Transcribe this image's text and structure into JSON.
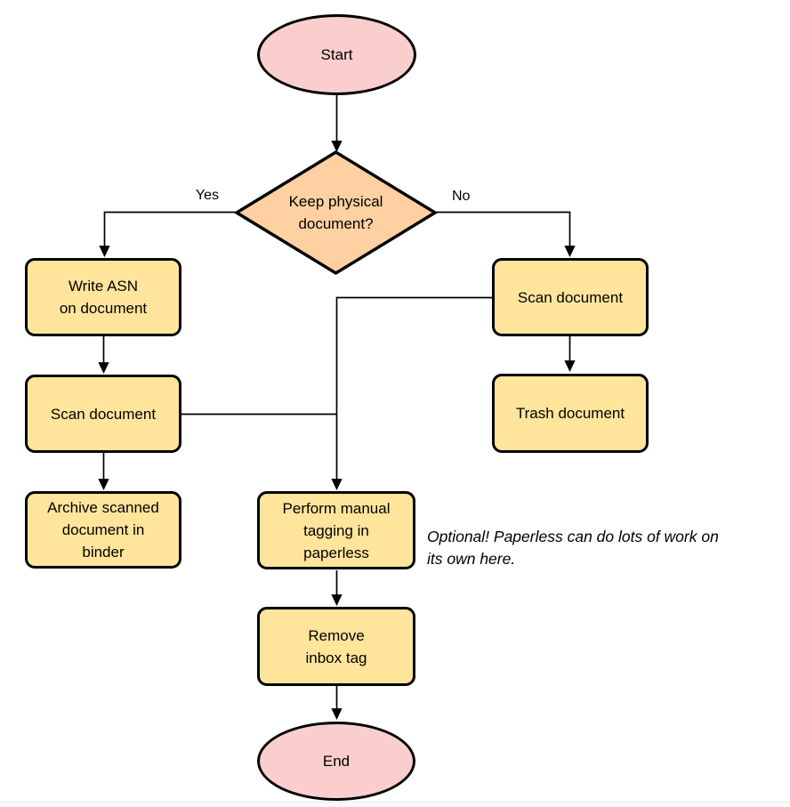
{
  "diagram": {
    "nodes": {
      "start": {
        "label": "Start",
        "type": "terminator"
      },
      "decision": {
        "label": "Keep physical\ndocument?",
        "type": "decision"
      },
      "write_asn": {
        "label": "Write ASN\non document",
        "type": "process"
      },
      "scan_left": {
        "label": "Scan document",
        "type": "process"
      },
      "archive": {
        "label": "Archive scanned\ndocument in\nbinder",
        "type": "process"
      },
      "scan_right": {
        "label": "Scan document",
        "type": "process"
      },
      "trash": {
        "label": "Trash document",
        "type": "process"
      },
      "tagging": {
        "label": "Perform manual\ntagging in\npaperless",
        "type": "process"
      },
      "remove_inbox": {
        "label": "Remove\ninbox tag",
        "type": "process"
      },
      "end": {
        "label": "End",
        "type": "terminator"
      }
    },
    "edge_labels": {
      "yes": "Yes",
      "no": "No"
    },
    "note": "Optional! Paperless can do lots of work on\nits own here.",
    "colors": {
      "terminator_fill": "#F9CECC",
      "decision_fill": "#FFD0A1",
      "process_fill": "#FFE59B",
      "stroke": "#000000"
    }
  }
}
